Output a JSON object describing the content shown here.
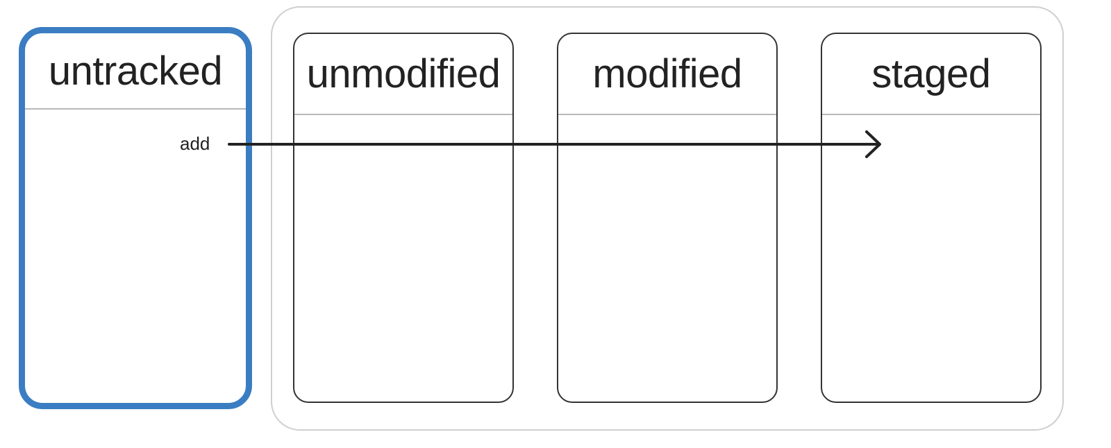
{
  "states": {
    "untracked": {
      "label": "untracked"
    },
    "unmodified": {
      "label": "unmodified"
    },
    "modified": {
      "label": "modified"
    },
    "staged": {
      "label": "staged"
    }
  },
  "transitions": [
    {
      "label": "add",
      "from": "untracked",
      "to": "staged"
    }
  ],
  "colors": {
    "untracked_border": "#3b7dc2",
    "state_border": "#333333",
    "group_border": "#cfcfcf",
    "arrow": "#222222"
  }
}
